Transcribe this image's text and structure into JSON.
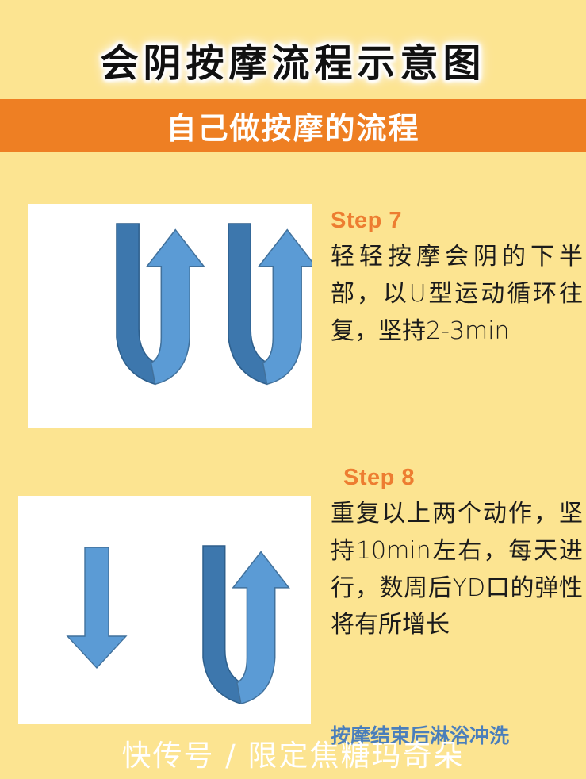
{
  "header": {
    "main_title": "会阴按摩流程示意图",
    "subtitle": "自己做按摩的流程",
    "subtitle_band_color": "#ee7f23",
    "background_color": "#fce491"
  },
  "steps": [
    {
      "heading": "Step 7",
      "body": "轻轻按摩会阴的下半部，以U型运动循环往复，坚持2-3min",
      "heading_color": "#ed7d31",
      "illustration": {
        "name": "two-u-turn-arrows",
        "arrow_dark_color": "#3d77ad",
        "arrow_light_color": "#5b9bd5"
      }
    },
    {
      "heading": "Step 8",
      "body": "重复以上两个动作，坚持10min左右，每天进行，数周后YD口的弹性将有所增长",
      "heading_color": "#ed7d31",
      "illustration": {
        "name": "down-arrow-and-u-turn-arrow",
        "arrow_dark_color": "#3d77ad",
        "arrow_light_color": "#5b9bd5"
      }
    }
  ],
  "footer": {
    "note": "按摩结束后淋浴冲洗",
    "note_color": "#4a7ebb",
    "watermark": "快传号 / 限定焦糖玛奇朵"
  }
}
